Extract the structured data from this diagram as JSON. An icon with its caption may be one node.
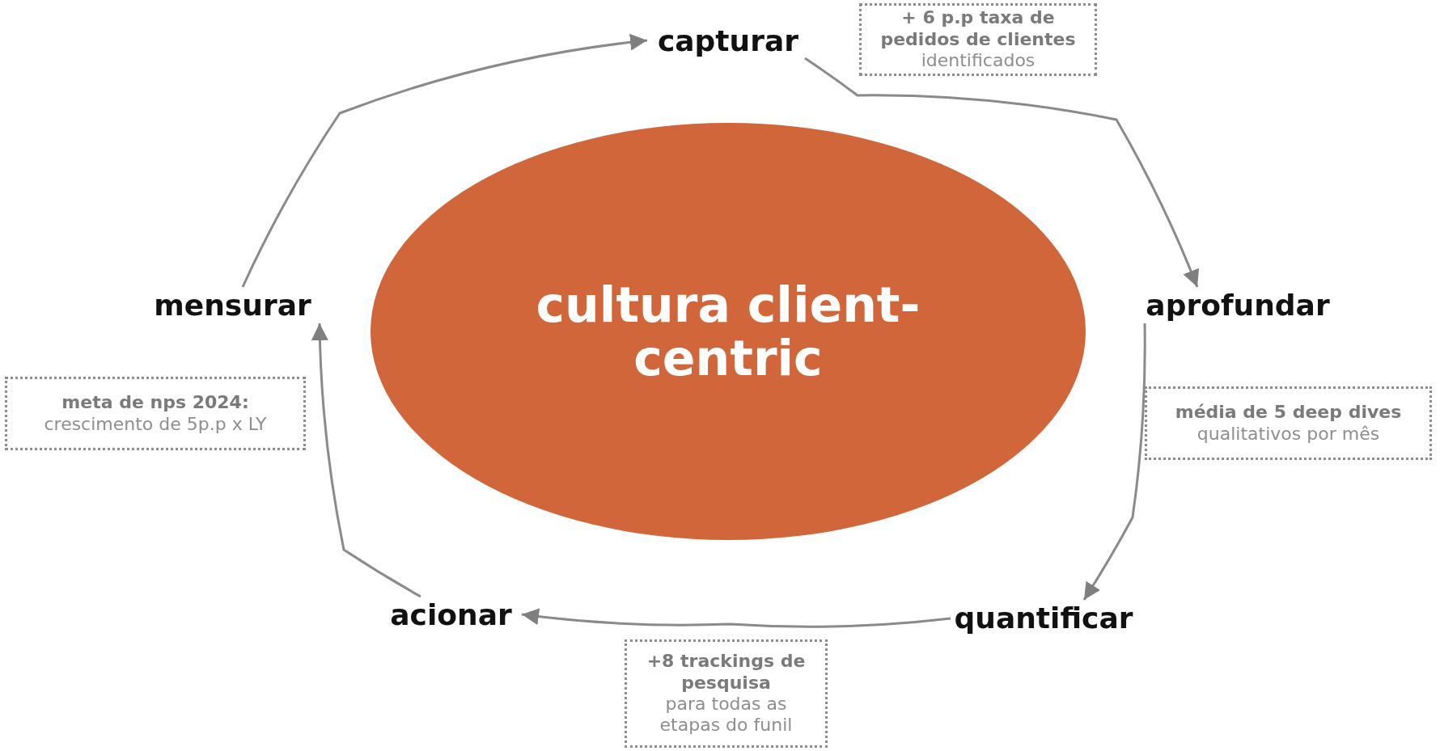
{
  "diagram": {
    "nodes": [
      {
        "text": [
          "cultura client-centric"
        ]
      },
      {
        "text": [
          "capturar"
        ]
      },
      {
        "text": [
          "+ 6 p.p taxa de pedidos de clientes",
          "identificados"
        ]
      },
      {
        "text": [
          "aprofundar"
        ]
      },
      {
        "text": [
          "média de 5 deep dives",
          "qualitativos por mês"
        ]
      },
      {
        "text": [
          "quantificar"
        ]
      },
      {
        "text": [
          "+8 trackings de pesquisa",
          "para todas as etapas do funil"
        ]
      },
      {
        "text": [
          "acionar"
        ]
      },
      {
        "text": [
          "mensurar"
        ]
      },
      {
        "text": [
          "meta de nps 2024:",
          "crescimento de 5p.p x LY"
        ]
      }
    ],
    "edges": [
      {
        "from": 1,
        "to": 3,
        "arrow": "to"
      },
      {
        "from": 3,
        "to": 5,
        "arrow": "to"
      },
      {
        "from": 5,
        "to": 7,
        "arrow": "to"
      },
      {
        "from": 7,
        "to": 8,
        "arrow": "to"
      },
      {
        "from": 8,
        "to": 1,
        "arrow": "to"
      }
    ]
  }
}
